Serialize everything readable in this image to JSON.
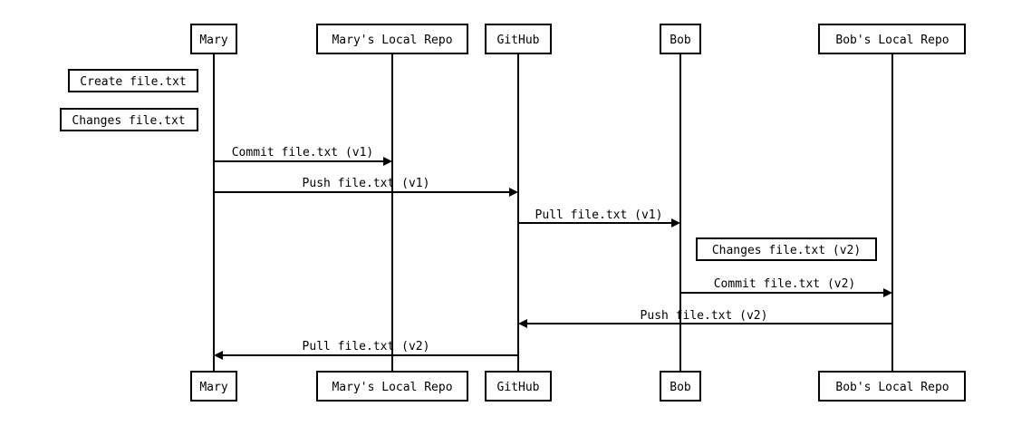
{
  "participants": [
    {
      "id": "mary",
      "label": "Mary"
    },
    {
      "id": "mary_local",
      "label": "Mary's Local Repo"
    },
    {
      "id": "github",
      "label": "GitHub"
    },
    {
      "id": "bob",
      "label": "Bob"
    },
    {
      "id": "bob_local",
      "label": "Bob's Local Repo"
    }
  ],
  "notes": [
    {
      "text": "Create file.txt",
      "participant": "mary",
      "side": "left"
    },
    {
      "text": "Changes file.txt",
      "participant": "mary",
      "side": "left"
    },
    {
      "text": "Changes file.txt (v2)",
      "participant": "bob",
      "side": "right"
    }
  ],
  "messages": [
    {
      "from": "mary",
      "to": "mary_local",
      "label": "Commit file.txt (v1)"
    },
    {
      "from": "mary",
      "to": "github",
      "label": "Push file.txt (v1)"
    },
    {
      "from": "github",
      "to": "bob",
      "label": "Pull file.txt (v1)"
    },
    {
      "from": "bob",
      "to": "bob_local",
      "label": "Commit file.txt (v2)"
    },
    {
      "from": "bob_local",
      "to": "github",
      "label": "Push file.txt (v2)"
    },
    {
      "from": "github",
      "to": "mary",
      "label": "Pull file.txt (v2)"
    }
  ]
}
